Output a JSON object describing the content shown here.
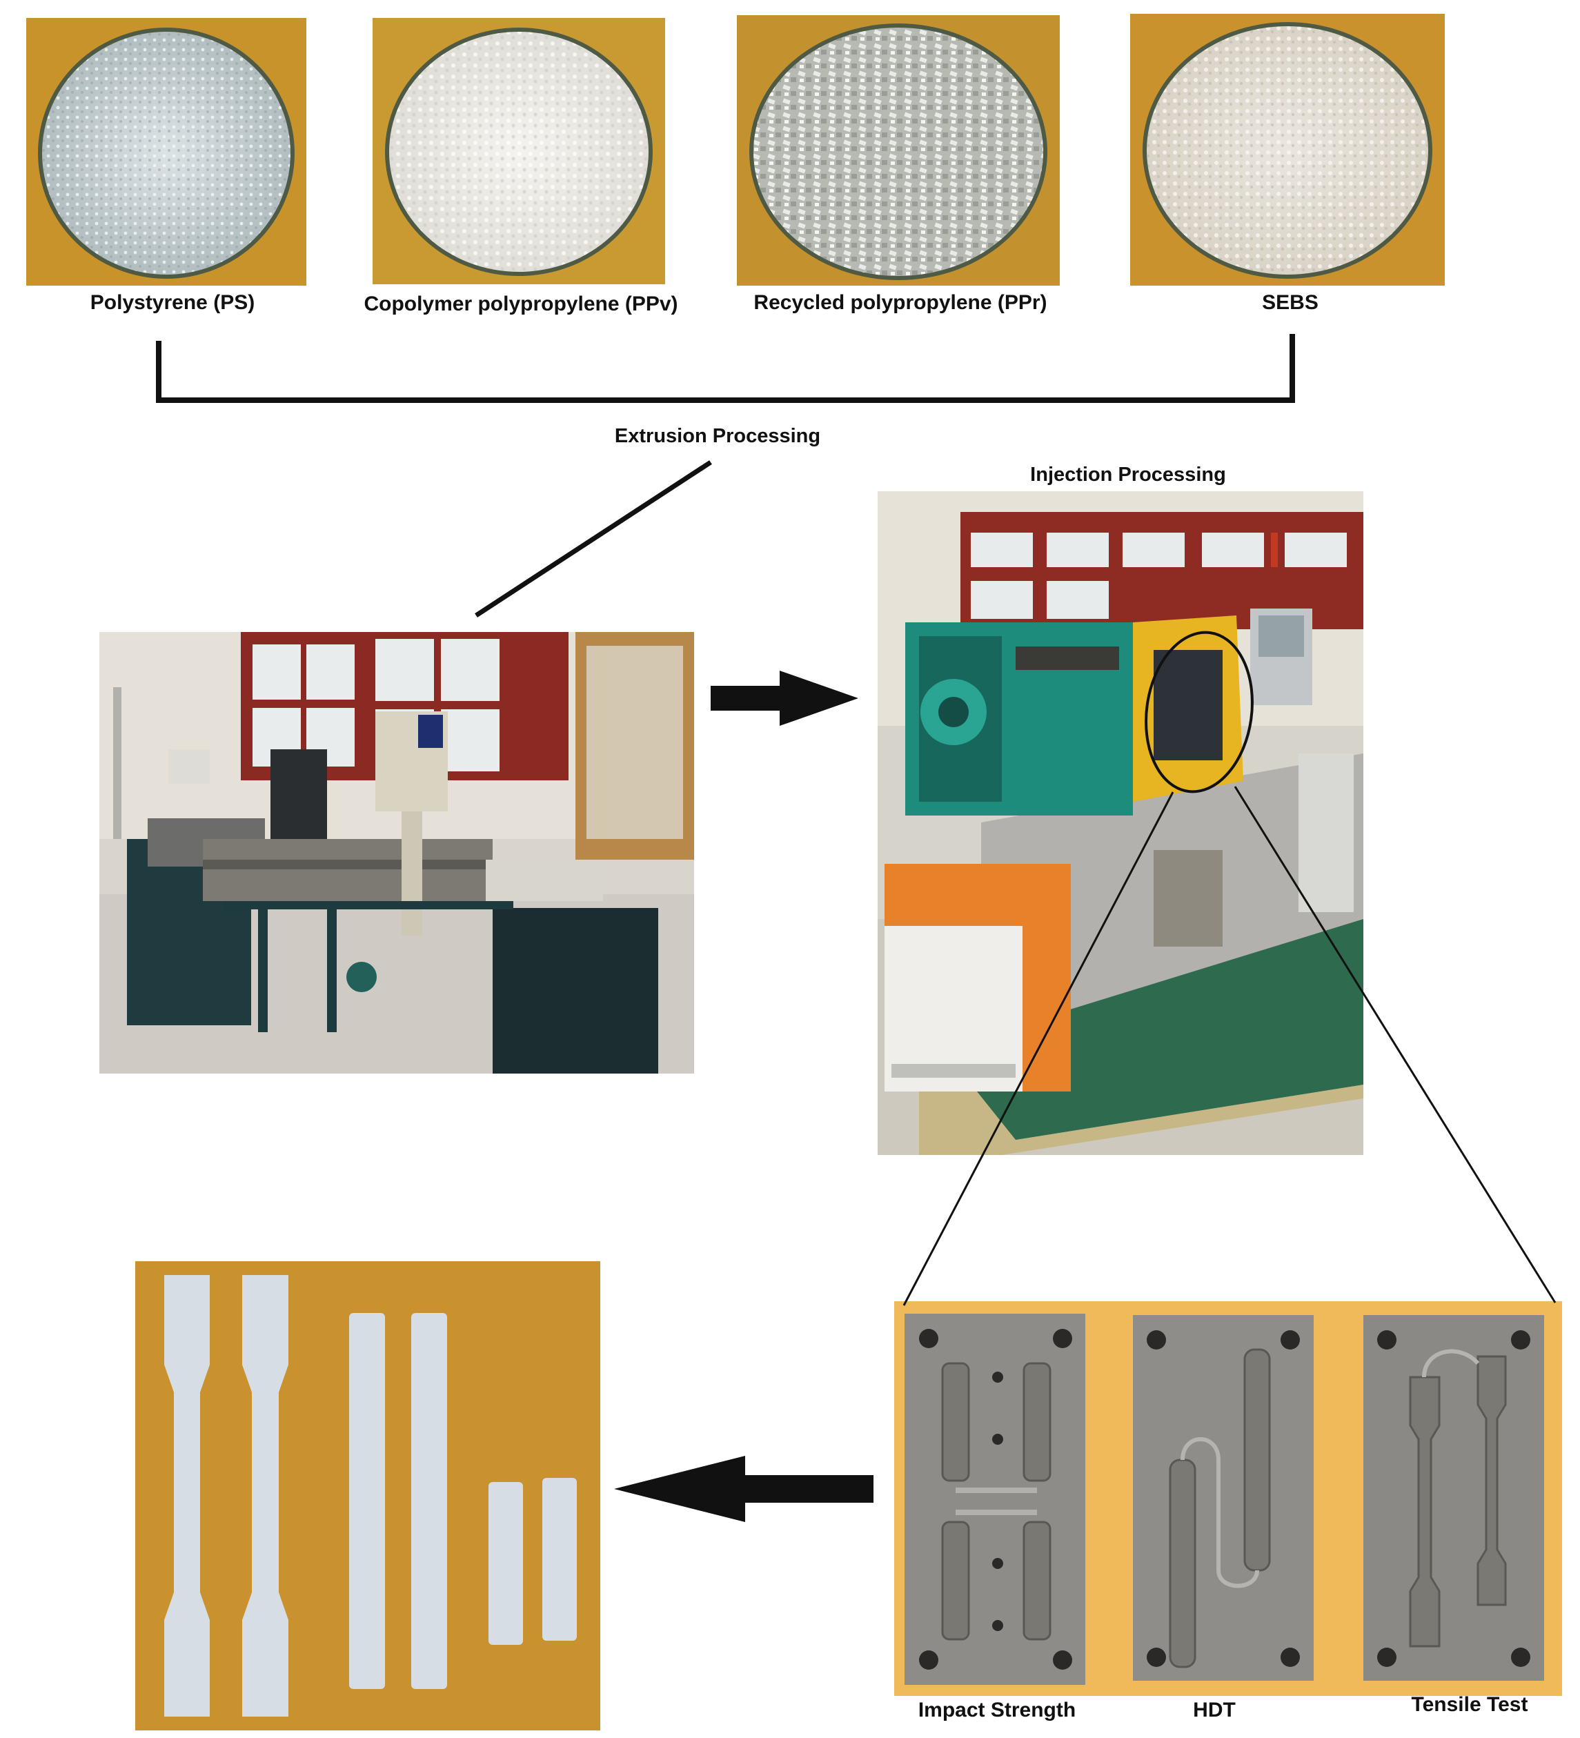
{
  "materials": [
    {
      "label": "Polystyrene (PS)",
      "photo_icon": "ps-pellets-dish",
      "tone": "#c9d3d6"
    },
    {
      "label": "Copolymer polypropylene (PPv)",
      "photo_icon": "ppv-pellets-dish",
      "tone": "#ecebe6"
    },
    {
      "label": "Recycled polypropylene (PPr)",
      "photo_icon": "ppr-flakes-dish",
      "tone": "#c7c9c4"
    },
    {
      "label": "SEBS",
      "photo_icon": "sebs-pellets-dish",
      "tone": "#e6e2da"
    }
  ],
  "steps": {
    "extrusion": "Extrusion Processing",
    "injection": "Injection Processing"
  },
  "molds": [
    {
      "label": "Impact Strength"
    },
    {
      "label": "HDT"
    },
    {
      "label": "Tensile Test"
    }
  ],
  "colors": {
    "dish_background": "#c9932c",
    "mold_background": "#f0b95a",
    "specimen_background": "#c9922f",
    "machine_green": "#1e8c7c",
    "machine_yellow": "#e7b422",
    "chiller_orange": "#e8822a",
    "specimen_color": "#d6dde4",
    "mold_steel": "#8e8c88"
  }
}
